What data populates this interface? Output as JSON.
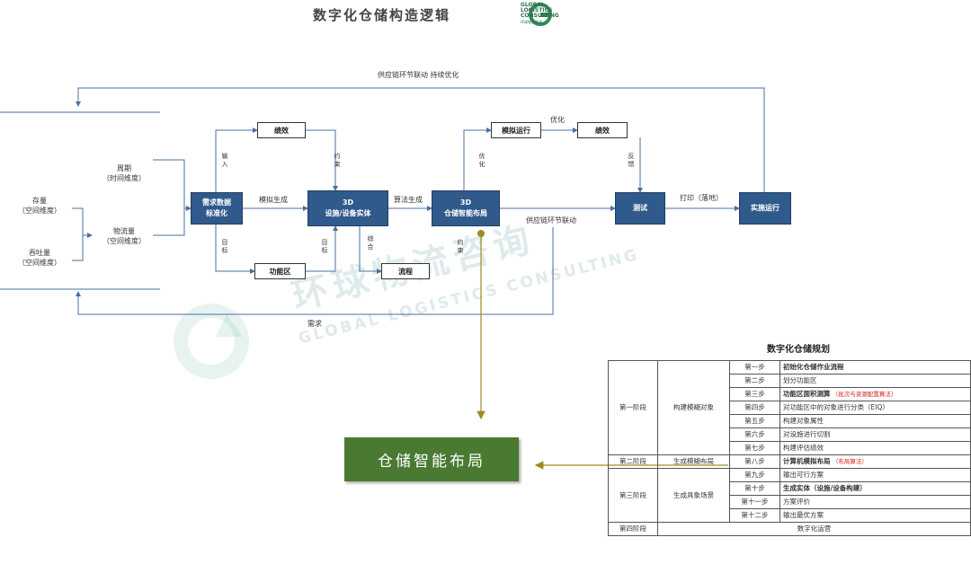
{
  "header": {
    "title": "数字化仓储构造逻辑",
    "logo_line1": "GLOBAL",
    "logo_line2": "LOGISTICS",
    "logo_line3": "CONSULTING",
    "logo_sub": "环球物流咨询"
  },
  "watermark": {
    "cn": "环球物流咨询",
    "en": "GLOBAL LOGISTICS CONSULTING"
  },
  "flow": {
    "top_loop_label": "供应链环节联动 持续优化",
    "left": {
      "stock": [
        "存量",
        "（空间维度）"
      ],
      "throughput": [
        "吞吐量",
        "（空间维度）"
      ],
      "cycle": [
        "周期",
        "（时间维度）"
      ],
      "logistics": [
        "物流量",
        "（空间维度）"
      ]
    },
    "nodes": {
      "demand": [
        "需求数据",
        "标准化"
      ],
      "perf1": "绩效",
      "func_area": "功能区",
      "facility": [
        "3D",
        "设施/设备实体"
      ],
      "process": "流程",
      "layout": [
        "3D",
        "仓储智能布局"
      ],
      "sim": "模拟运行",
      "perf2": "绩效",
      "test": "测试",
      "run": "实施运行"
    },
    "edge_labels": {
      "input": "输入",
      "target1": "目标",
      "target2": "目标",
      "constraint1": "约束",
      "constraint2": "约束",
      "sim_gen": "模拟生成",
      "algo_gen": "算法生成",
      "combine": "综合",
      "optimize1": "优化",
      "optimize2": "优化",
      "feedback": "反馈",
      "print": "打印（落地）",
      "supply_link": "供应链环节联动",
      "demand": "需求"
    },
    "result_box": "仓储智能布局"
  },
  "plan": {
    "title": "数字化仓储规划",
    "phases": [
      {
        "phase": "第一阶段",
        "name": "构建模糊对象",
        "steps": [
          {
            "step": "第一步",
            "text": "初始化仓储作业流程",
            "bold": true,
            "note": ""
          },
          {
            "step": "第二步",
            "text": "划分功能区",
            "bold": false,
            "note": ""
          },
          {
            "step": "第三步",
            "text": "功能区面积测算",
            "bold": true,
            "note": "（批次与资源配置算法）"
          },
          {
            "step": "第四步",
            "text": "对功能区中的对象进行分类（EIQ）",
            "bold": false,
            "note": ""
          },
          {
            "step": "第五步",
            "text": "构建对象属性",
            "bold": false,
            "note": ""
          },
          {
            "step": "第六步",
            "text": "对设施进行切割",
            "bold": false,
            "note": ""
          },
          {
            "step": "第七步",
            "text": "构建评估绩效",
            "bold": false,
            "note": ""
          }
        ]
      },
      {
        "phase": "第二阶段",
        "name": "生成模糊布局",
        "steps": [
          {
            "step": "第八步",
            "text": "计算机模拟布局",
            "bold": true,
            "note": "（布局算法）"
          }
        ]
      },
      {
        "phase": "第三阶段",
        "name": "生成具象场景",
        "steps": [
          {
            "step": "第九步",
            "text": "输出可行方案",
            "bold": false,
            "note": ""
          },
          {
            "step": "第十步",
            "text": "生成实体（设施/设备构建）",
            "bold": true,
            "note": ""
          },
          {
            "step": "第十一步",
            "text": "方案评价",
            "bold": false,
            "note": ""
          },
          {
            "step": "第十二步",
            "text": "输出最优方案",
            "bold": false,
            "note": ""
          }
        ]
      }
    ],
    "phase4": {
      "phase": "第四阶段",
      "text": "数字化运营"
    }
  },
  "colors": {
    "blue_box": "#2f5a8b",
    "green_box": "#4a7a32",
    "olive_arrow": "#a08a20",
    "line": "#4a6fa5",
    "note_red": "#d0201c"
  }
}
